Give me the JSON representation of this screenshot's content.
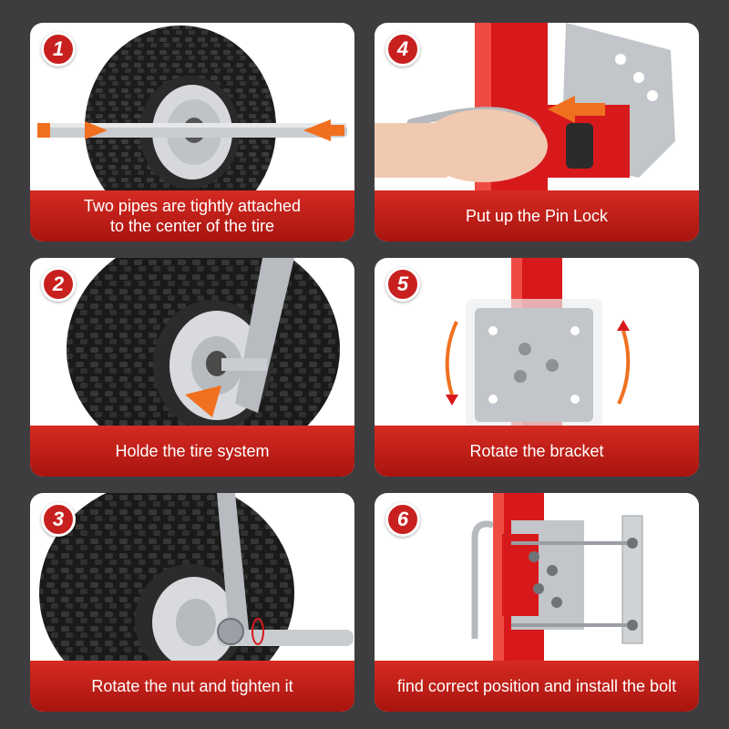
{
  "steps": [
    {
      "number": "1",
      "caption": "Two pipes are tightly attached\nto the center of the tire"
    },
    {
      "number": "2",
      "caption": "Holde the tire system"
    },
    {
      "number": "3",
      "caption": "Rotate the nut and tighten it"
    },
    {
      "number": "4",
      "caption": "Put up the Pin Lock"
    },
    {
      "number": "5",
      "caption": "Rotate the bracket"
    },
    {
      "number": "6",
      "caption": "find correct position and install the bolt"
    }
  ],
  "colors": {
    "background": "#3d3d3f",
    "caption_red": "#c8201f",
    "arrow_orange": "#f07020",
    "post_red": "#d8191c",
    "tire_black": "#1c1c1c"
  }
}
